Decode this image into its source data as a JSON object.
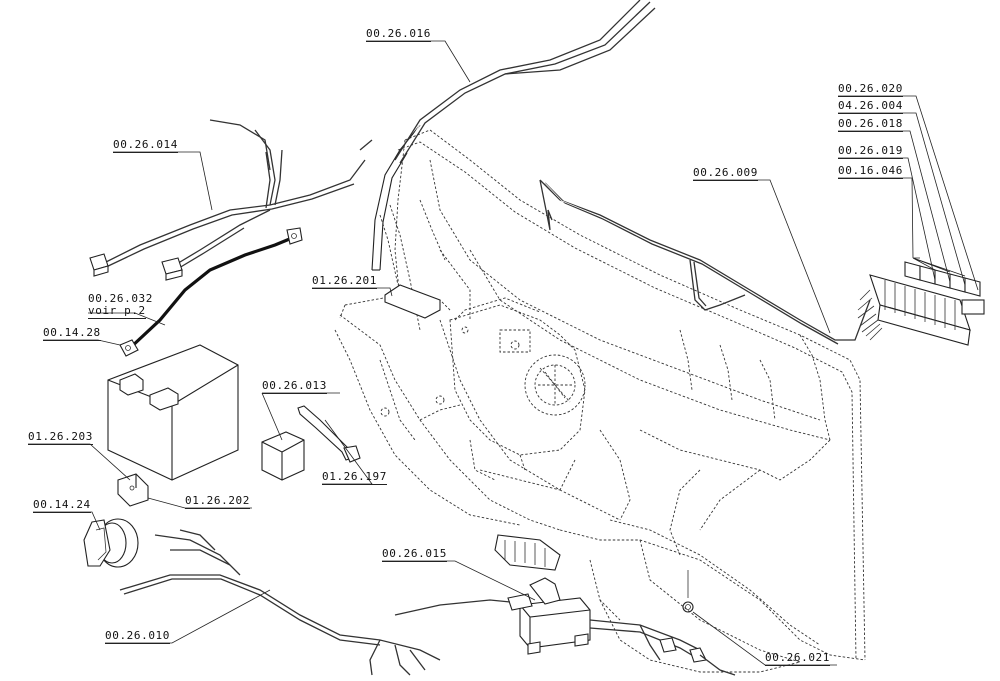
{
  "labels": {
    "p00_26_016": "00.26.016",
    "p00_26_014": "00.26.014",
    "p00_26_020": "00.26.020",
    "p04_26_004": "04.26.004",
    "p00_26_018": "00.26.018",
    "p00_26_019": "00.26.019",
    "p00_16_046": "00.16.046",
    "p00_26_009": "00.26.009",
    "p01_26_201": "01.26.201",
    "p00_26_032": "00.26.032",
    "voir_p2": "voir p.2",
    "p00_14_28": "00.14.28",
    "p00_26_013": "00.26.013",
    "p01_26_203": "01.26.203",
    "p01_26_197": "01.26.197",
    "p01_26_202": "01.26.202",
    "p00_14_24": "00.14.24",
    "p00_26_015": "00.26.015",
    "p00_26_010": "00.26.010",
    "p00_26_021": "00.26.021"
  },
  "colors": {
    "ink": "#222222",
    "paper": "#ffffff"
  }
}
